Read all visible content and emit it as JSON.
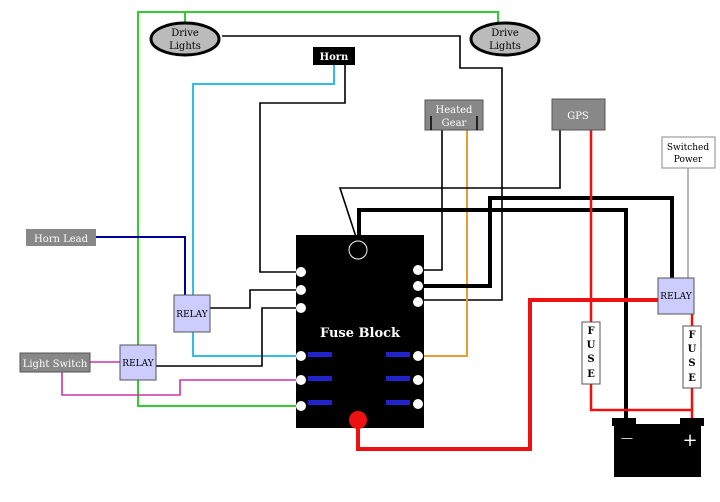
{
  "labels": {
    "drive_lights_left": [
      "Drive",
      "Lights"
    ],
    "drive_lights_right": [
      "Drive",
      "Lights"
    ],
    "horn": "Horn",
    "heated_gear": [
      "Heated",
      "Gear"
    ],
    "gps": "GPS",
    "switched_power": [
      "Switched",
      "Power"
    ],
    "horn_lead": "Horn Lead",
    "light_switch": "Light Switch",
    "relay_horn": "RELAY",
    "relay_lights": "RELAY",
    "relay_power": "RELAY",
    "fuse_block": "Fuse Block",
    "fuse_left": [
      "F",
      "U",
      "S",
      "E"
    ],
    "fuse_right": [
      "F",
      "U",
      "S",
      "E"
    ],
    "battery_minus": "—",
    "battery_plus": "+"
  },
  "colors": {
    "green_wire": "#33cc33",
    "cyan_wire": "#33bbee",
    "black_wire": "#000000",
    "navy_wire": "#000099",
    "magenta_wire": "#cc33aa",
    "orange_wire": "#ee9933",
    "red_wire": "#ee1111",
    "gray_wire": "#888888",
    "fuse_block": "#000000",
    "fuse_slot": "#2222cc",
    "relay_fill": "#ccccff",
    "label_box": "#888888",
    "oval_fill": "#bbbbbb"
  }
}
